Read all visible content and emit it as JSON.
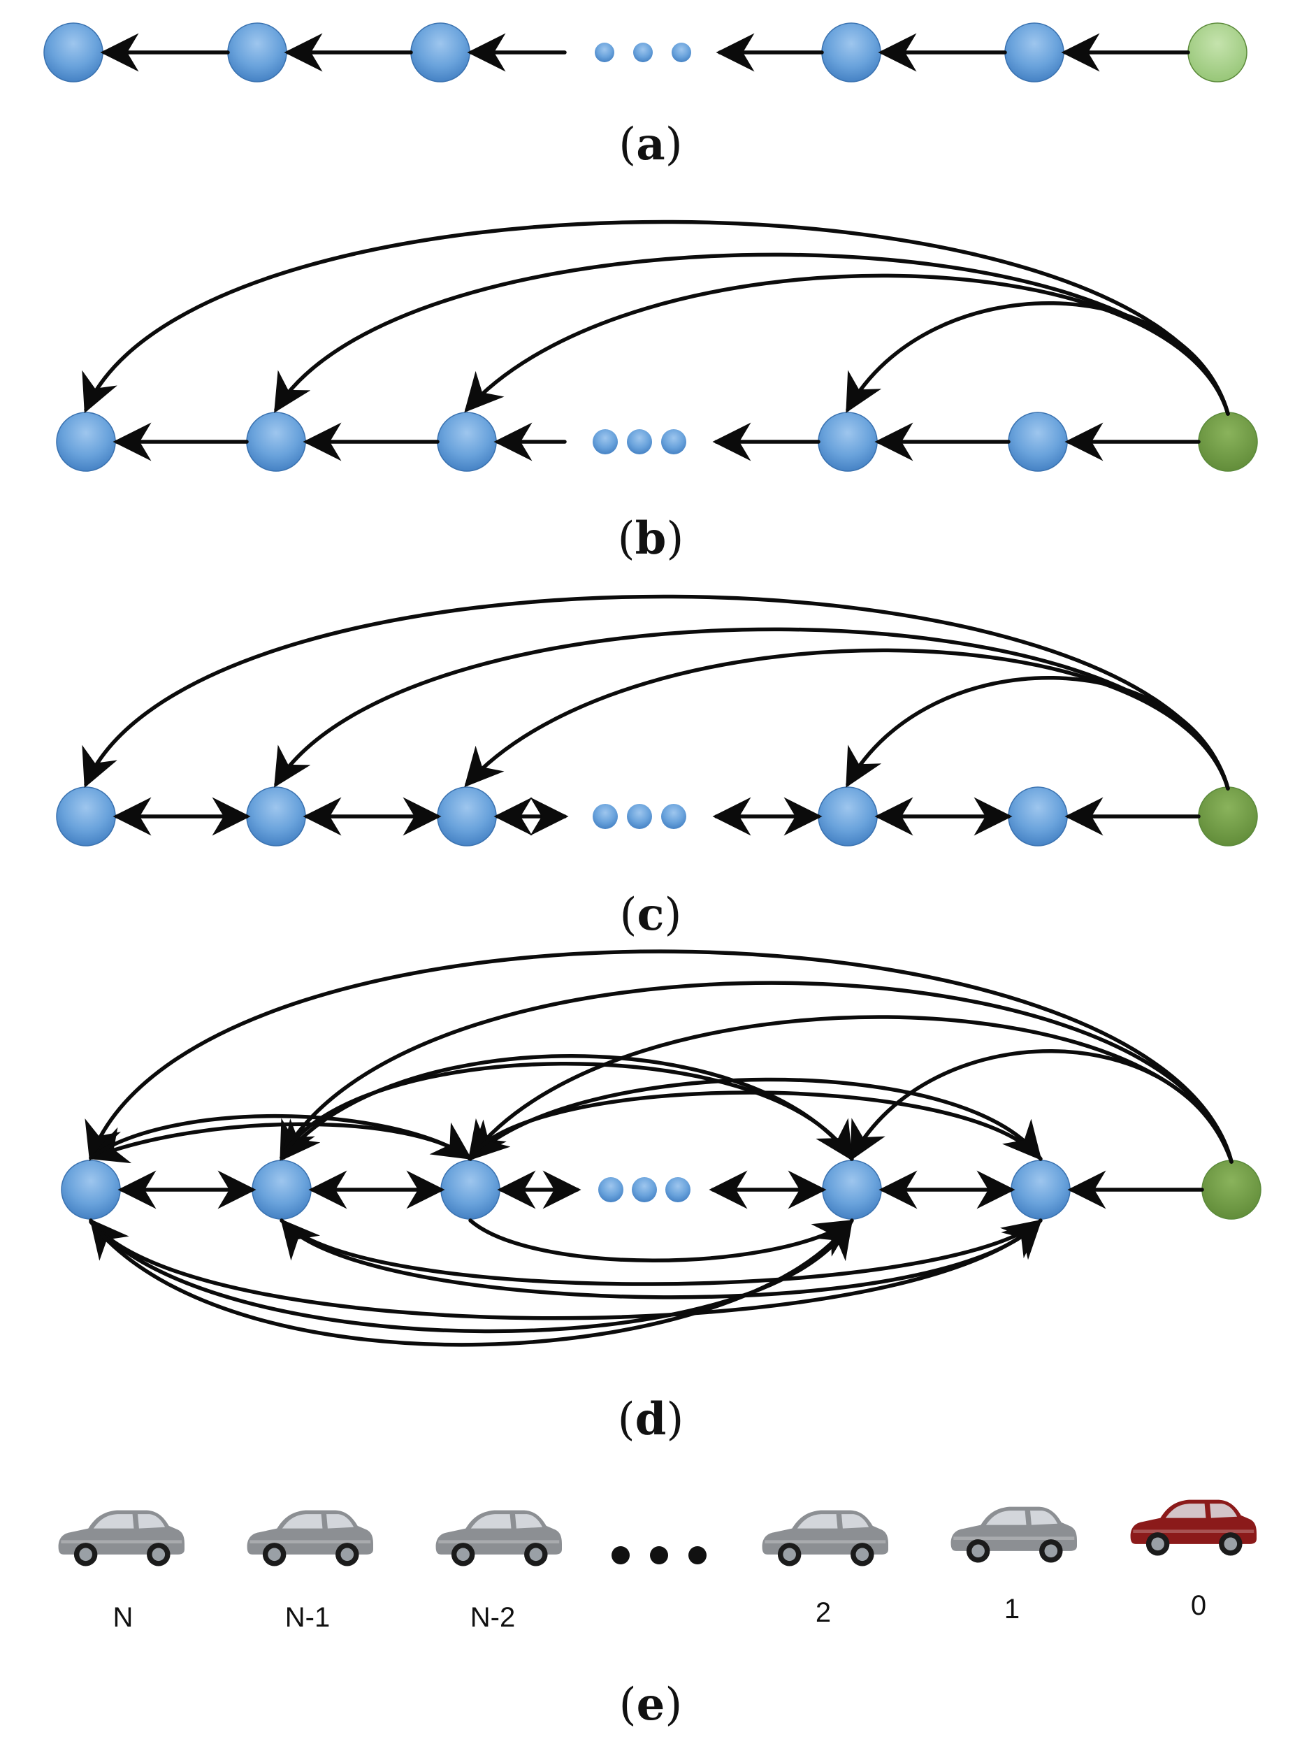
{
  "panels": [
    {
      "id": "a",
      "caption_letter": "a",
      "edges": "forward chain (each node points to its predecessor)",
      "extra_links": "none"
    },
    {
      "id": "b",
      "caption_letter": "b",
      "edges": "forward chain",
      "extra_links": "leader to all"
    },
    {
      "id": "c",
      "caption_letter": "c",
      "edges": "bidirectional chain",
      "extra_links": "leader to all"
    },
    {
      "id": "d",
      "caption_letter": "d",
      "edges": "bidirectional chain",
      "extra_links": "leader to all, plus all-to-all"
    }
  ],
  "vehicles": {
    "caption_letter": "e",
    "labels": [
      "N",
      "N-1",
      "N-2",
      "2",
      "1",
      "0"
    ],
    "ellipsis": "• • •"
  },
  "colors": {
    "follower_node": "#5b9bd5",
    "leader_node_a": "#a9d18e",
    "leader_node_bcd": "#70ad47",
    "edge": "#0b0b0b",
    "follower_car": "#8c8f93",
    "leader_car": "#8b1a1a"
  },
  "icons": {
    "follower": "suv-car-icon",
    "leader": "suv-car-icon-red",
    "ellipsis": "ellipsis-dots-icon"
  }
}
